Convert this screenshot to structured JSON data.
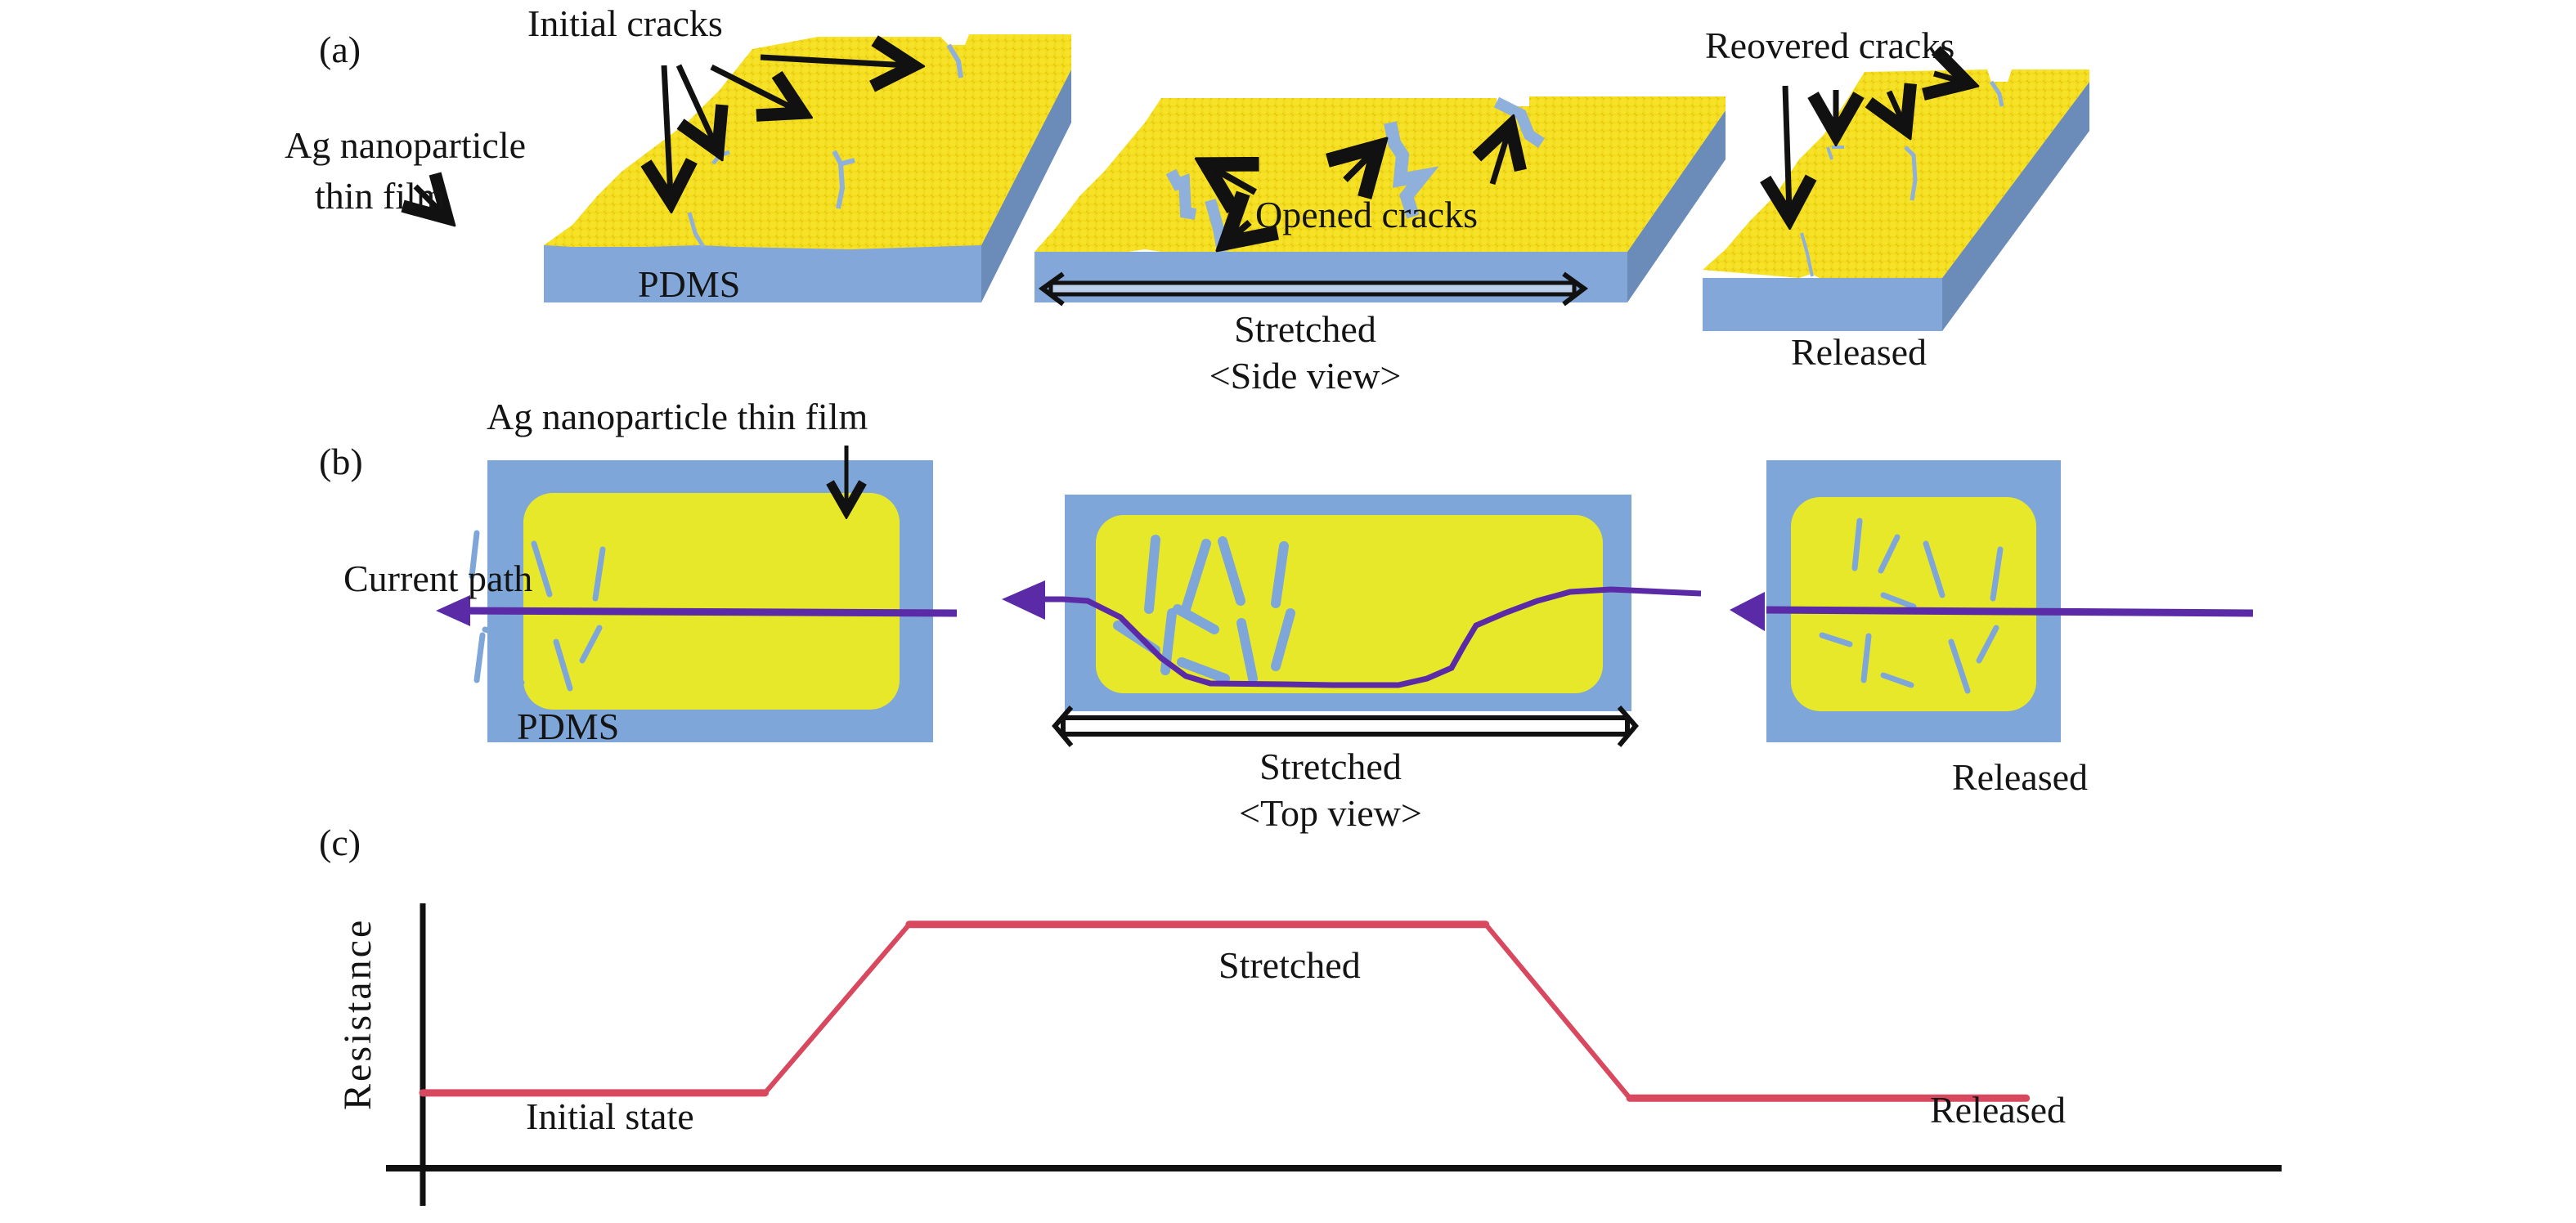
{
  "figure": {
    "panels": {
      "a": {
        "tag": "(a)",
        "view_label": "<Side view>",
        "stages": [
          {
            "name": "initial",
            "caption": "",
            "substrate_label": "PDMS"
          },
          {
            "name": "stretched",
            "caption": "Stretched"
          },
          {
            "name": "released",
            "caption": "Released"
          }
        ],
        "annotations": {
          "initial_cracks": "Initial cracks",
          "film_line1": "Ag nanoparticle",
          "film_line2": "thin film",
          "opened_cracks": "Opened cracks",
          "recovered_cracks": "Reovered cracks"
        }
      },
      "b": {
        "tag": "(b)",
        "view_label": "<Top view>",
        "film_label": "Ag nanoparticle thin film",
        "current_label": "Current path",
        "substrate_label": "PDMS",
        "stages": [
          {
            "name": "initial",
            "caption": ""
          },
          {
            "name": "stretched",
            "caption": "Stretched"
          },
          {
            "name": "released",
            "caption": "Released"
          }
        ]
      },
      "c": {
        "tag": "(c)"
      }
    },
    "colors": {
      "film_yellow": "#f3dc1c",
      "film_yellow_top": "#e8e82a",
      "pdms_blue": "#7fa6d8",
      "pdms_side": "#6b8bb8",
      "current_purple": "#5b2aa6",
      "resistance_red": "#d8485f",
      "axis_black": "#111111"
    }
  },
  "chart_data": {
    "type": "line",
    "title": "",
    "xlabel": "",
    "ylabel": "Resistance",
    "grid": false,
    "axis_ticks": false,
    "units": "relative (schematic, no numeric scale)",
    "x": [
      0,
      0.19,
      0.27,
      0.59,
      0.67,
      0.89
    ],
    "y": [
      0.28,
      0.28,
      0.92,
      0.92,
      0.26,
      0.26
    ],
    "xlim": [
      0,
      1
    ],
    "ylim": [
      0,
      1
    ],
    "series": [
      {
        "name": "Resistance",
        "x": [
          0,
          0.19,
          0.27,
          0.59,
          0.67,
          0.89
        ],
        "y": [
          0.28,
          0.28,
          0.92,
          0.92,
          0.26,
          0.26
        ]
      }
    ],
    "annotations": [
      {
        "text": "Initial state",
        "x": 0.097,
        "y": 0.13
      },
      {
        "text": "Stretched",
        "x": 0.43,
        "y": 0.78
      },
      {
        "text": "Released",
        "x": 0.77,
        "y": 0.13
      }
    ]
  }
}
